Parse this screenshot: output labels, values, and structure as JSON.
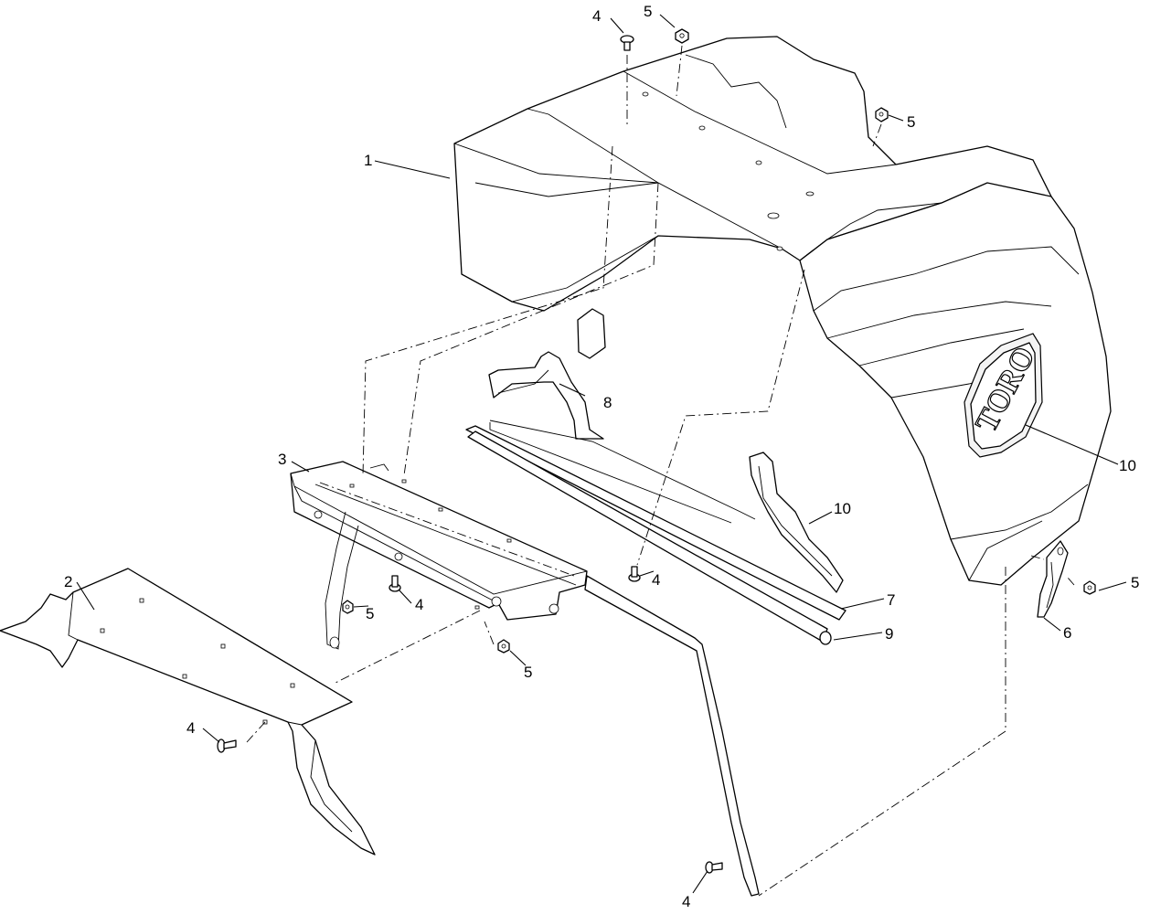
{
  "logo": {
    "text": "TORO"
  },
  "callouts": [
    {
      "id": "c1",
      "label": "1"
    },
    {
      "id": "c2",
      "label": "2"
    },
    {
      "id": "c3",
      "label": "3"
    },
    {
      "id": "c4a",
      "label": "4"
    },
    {
      "id": "c4b",
      "label": "4"
    },
    {
      "id": "c4c",
      "label": "4"
    },
    {
      "id": "c4d",
      "label": "4"
    },
    {
      "id": "c4e",
      "label": "4"
    },
    {
      "id": "c5a",
      "label": "5"
    },
    {
      "id": "c5b",
      "label": "5"
    },
    {
      "id": "c5c",
      "label": "5"
    },
    {
      "id": "c5d",
      "label": "5"
    },
    {
      "id": "c5e",
      "label": "5"
    },
    {
      "id": "c6",
      "label": "6"
    },
    {
      "id": "c7",
      "label": "7"
    },
    {
      "id": "c8",
      "label": "8"
    },
    {
      "id": "c9",
      "label": "9"
    },
    {
      "id": "c10a",
      "label": "10"
    },
    {
      "id": "c10b",
      "label": "10"
    }
  ]
}
